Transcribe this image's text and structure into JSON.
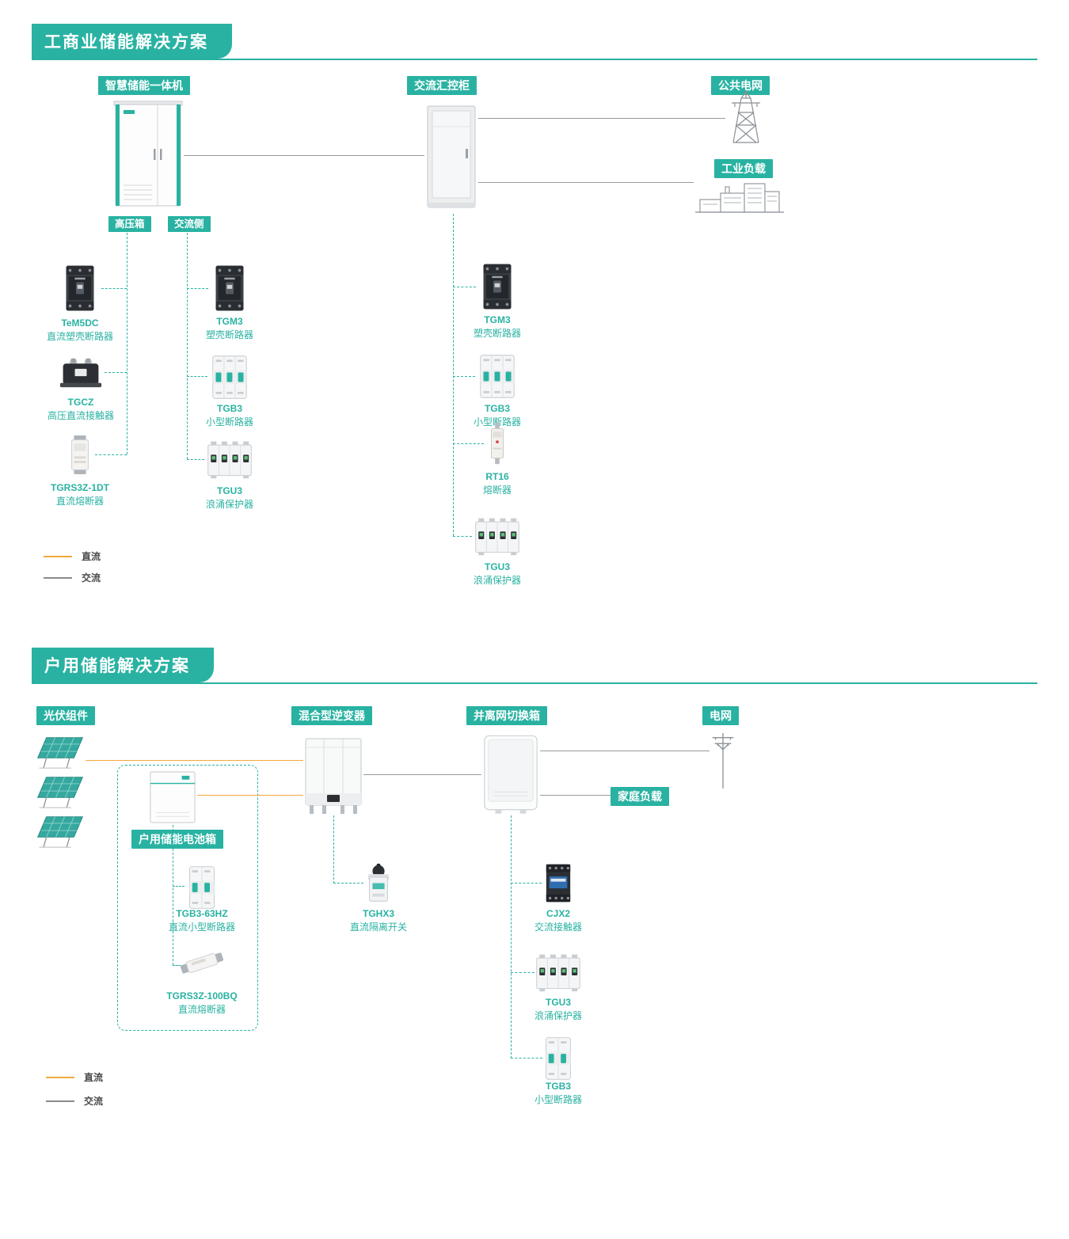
{
  "colors": {
    "accent": "#29b2a2",
    "dc": "#f2a83c",
    "ac": "#9a9a9a"
  },
  "s1": {
    "title": "工商业储能解决方案",
    "tags": {
      "storage": "智慧储能一体机",
      "acCabinet": "交流汇控柜",
      "grid": "公共电网",
      "load": "工业负载",
      "hvBox": "高压箱",
      "acSide": "交流侧"
    },
    "hv": [
      {
        "model": "TeM5DC",
        "desc": "直流塑壳断路器"
      },
      {
        "model": "TGCZ",
        "desc": "高压直流接触器"
      },
      {
        "model": "TGRS3Z-1DT",
        "desc": "直流熔断器"
      }
    ],
    "ac": [
      {
        "model": "TGM3",
        "desc": "塑壳断路器"
      },
      {
        "model": "TGB3",
        "desc": "小型断路器"
      },
      {
        "model": "TGU3",
        "desc": "浪涌保护器"
      }
    ],
    "cab": [
      {
        "model": "TGM3",
        "desc": "塑壳断路器"
      },
      {
        "model": "TGB3",
        "desc": "小型断路器"
      },
      {
        "model": "RT16",
        "desc": "熔断器"
      },
      {
        "model": "TGU3",
        "desc": "浪涌保护器"
      }
    ],
    "legend": {
      "dc": "直流",
      "ac": "交流"
    }
  },
  "s2": {
    "title": "户用储能解决方案",
    "tags": {
      "pv": "光伏组件",
      "inverter": "混合型逆变器",
      "switchBox": "并离网切换箱",
      "grid": "电网",
      "homeLoad": "家庭负载",
      "battery": "户用储能电池箱"
    },
    "batteryItems": [
      {
        "model": "TGB3-63HZ",
        "desc": "直流小型断路器"
      },
      {
        "model": "TGRS3Z-100BQ",
        "desc": "直流熔断器"
      }
    ],
    "inverterItems": [
      {
        "model": "TGHX3",
        "desc": "直流隔离开关"
      }
    ],
    "switchItems": [
      {
        "model": "CJX2",
        "desc": "交流接触器"
      },
      {
        "model": "TGU3",
        "desc": "浪涌保护器"
      },
      {
        "model": "TGB3",
        "desc": "小型断路器"
      }
    ],
    "legend": {
      "dc": "直流",
      "ac": "交流"
    }
  }
}
